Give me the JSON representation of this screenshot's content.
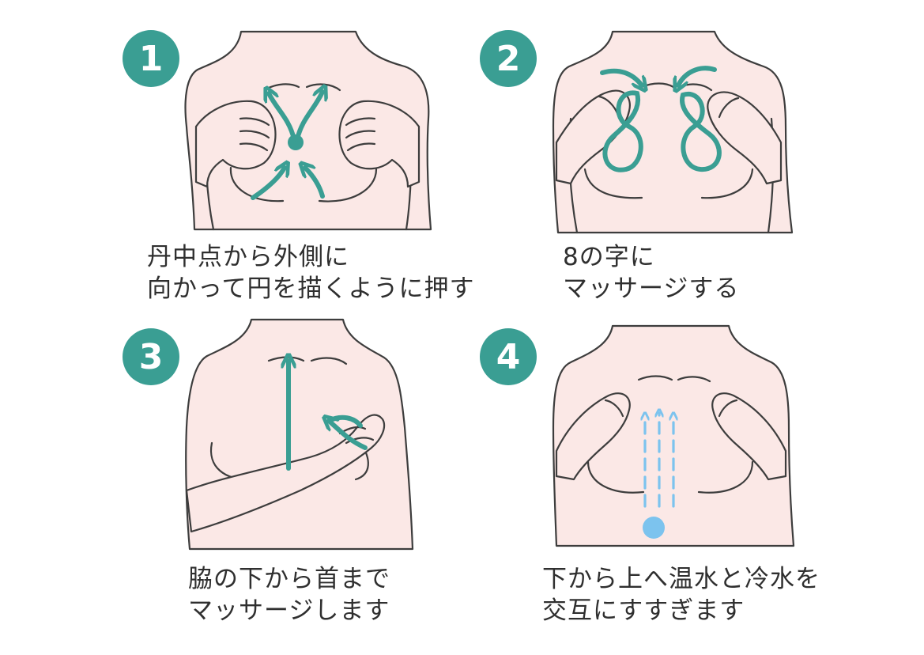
{
  "colors": {
    "teal": "#3a9e93",
    "skin": "#fbe8e6",
    "line": "#3d3d3d",
    "water": "#7cc3ee",
    "text": "#2f2f2f"
  },
  "steps": [
    {
      "number": "1",
      "caption_lines": [
        "丹中点から外側に",
        "向かって円を描くように押す"
      ]
    },
    {
      "number": "2",
      "caption_lines": [
        "8の字に",
        "マッサージする"
      ]
    },
    {
      "number": "3",
      "caption_lines": [
        "脇の下から首まで",
        "マッサージします"
      ]
    },
    {
      "number": "4",
      "caption_lines": [
        "下から上へ温水と冷水を",
        "交互にすすぎます"
      ]
    }
  ]
}
